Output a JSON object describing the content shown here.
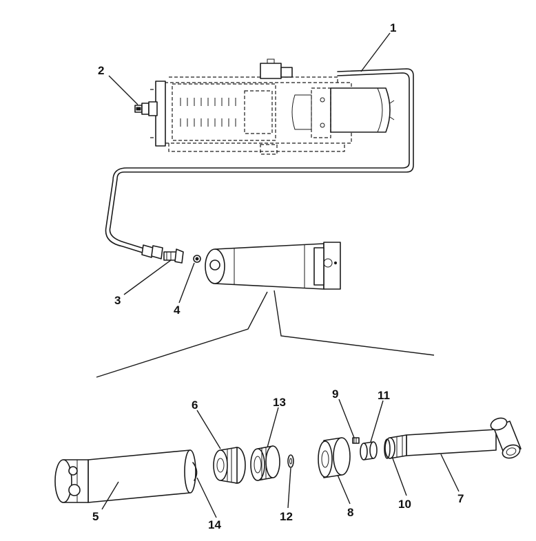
{
  "callouts": [
    {
      "id": "1",
      "part": "hose"
    },
    {
      "id": "2",
      "part": "quick-coupler"
    },
    {
      "id": "3",
      "part": "elbow-fitting"
    },
    {
      "id": "4",
      "part": "small-nut"
    },
    {
      "id": "5",
      "part": "cylinder-barrel"
    },
    {
      "id": "6",
      "part": "piston"
    },
    {
      "id": "7",
      "part": "piston-rod"
    },
    {
      "id": "8",
      "part": "gland"
    },
    {
      "id": "9",
      "part": "small-screw"
    },
    {
      "id": "10",
      "part": "o-ring"
    },
    {
      "id": "11",
      "part": "nut"
    },
    {
      "id": "12",
      "part": "washer"
    },
    {
      "id": "13",
      "part": "seal-ring"
    },
    {
      "id": "14",
      "part": "snap-ring"
    }
  ]
}
